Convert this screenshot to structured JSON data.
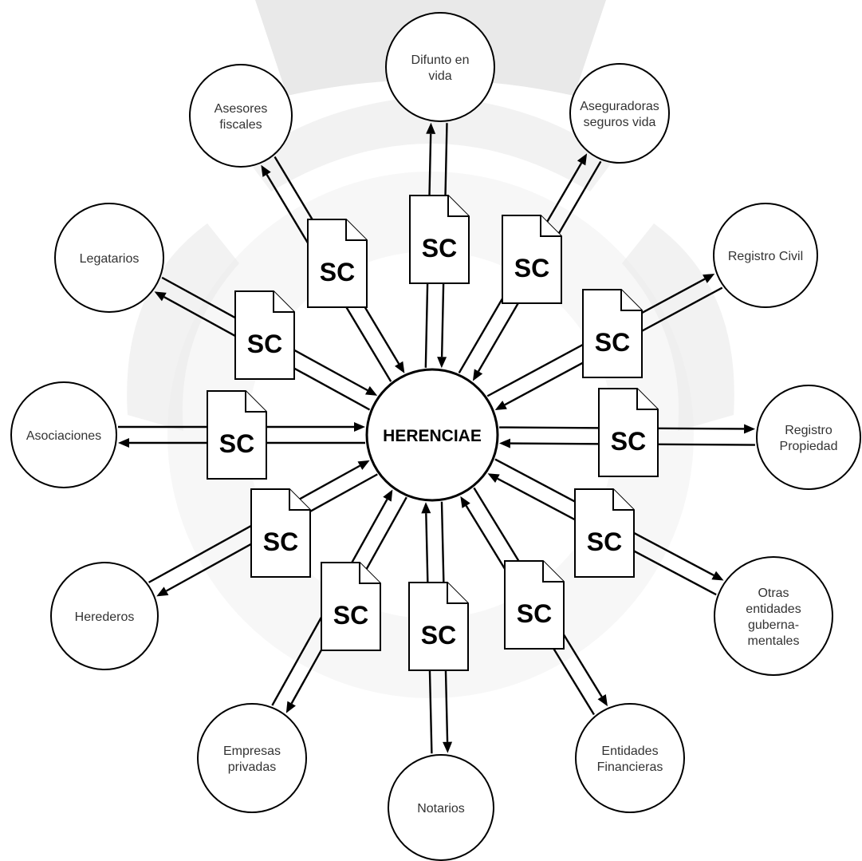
{
  "hub": {
    "label": "HERENCIAE"
  },
  "doc_label": "SC",
  "nodes": [
    {
      "id": "difunto",
      "lines": [
        "Difunto en",
        "vida"
      ]
    },
    {
      "id": "aseguradoras",
      "lines": [
        "Aseguradoras",
        "seguros vida"
      ]
    },
    {
      "id": "registro-civil",
      "lines": [
        "Registro Civil"
      ]
    },
    {
      "id": "registro-propiedad",
      "lines": [
        "Registro",
        "Propiedad"
      ]
    },
    {
      "id": "otras-entidades",
      "lines": [
        "Otras",
        "entidades",
        "guberna-",
        "mentales"
      ]
    },
    {
      "id": "entidades-financieras",
      "lines": [
        "Entidades",
        "Financieras"
      ]
    },
    {
      "id": "notarios",
      "lines": [
        "Notarios"
      ]
    },
    {
      "id": "empresas-privadas",
      "lines": [
        "Empresas",
        "privadas"
      ]
    },
    {
      "id": "herederos",
      "lines": [
        "Herederos"
      ]
    },
    {
      "id": "asociaciones",
      "lines": [
        "Asociaciones"
      ]
    },
    {
      "id": "legatarios",
      "lines": [
        "Legatarios"
      ]
    },
    {
      "id": "asesores-fiscales",
      "lines": [
        "Asesores",
        "fiscales"
      ]
    }
  ],
  "colors": {
    "stroke": "#000000",
    "fill": "#ffffff",
    "watermark": "#e9e9e9",
    "label": "#333333"
  }
}
